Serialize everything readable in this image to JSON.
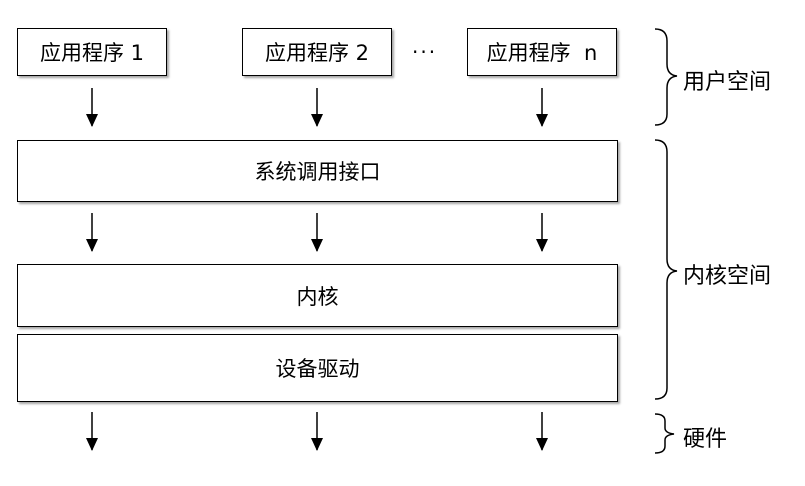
{
  "applications": [
    {
      "label": "应用程序 1"
    },
    {
      "label": "应用程序 2"
    },
    {
      "label": "应用程序  n"
    }
  ],
  "ellipsis": "···",
  "layers": {
    "syscall": "系统调用接口",
    "kernel": "内核",
    "driver": "设备驱动"
  },
  "spaces": {
    "user": "用户空间",
    "kernel": "内核空间",
    "hardware": "硬件"
  },
  "colors": {
    "stroke": "#000000",
    "box_fill": "#ffffff",
    "background": "#ffffff"
  }
}
